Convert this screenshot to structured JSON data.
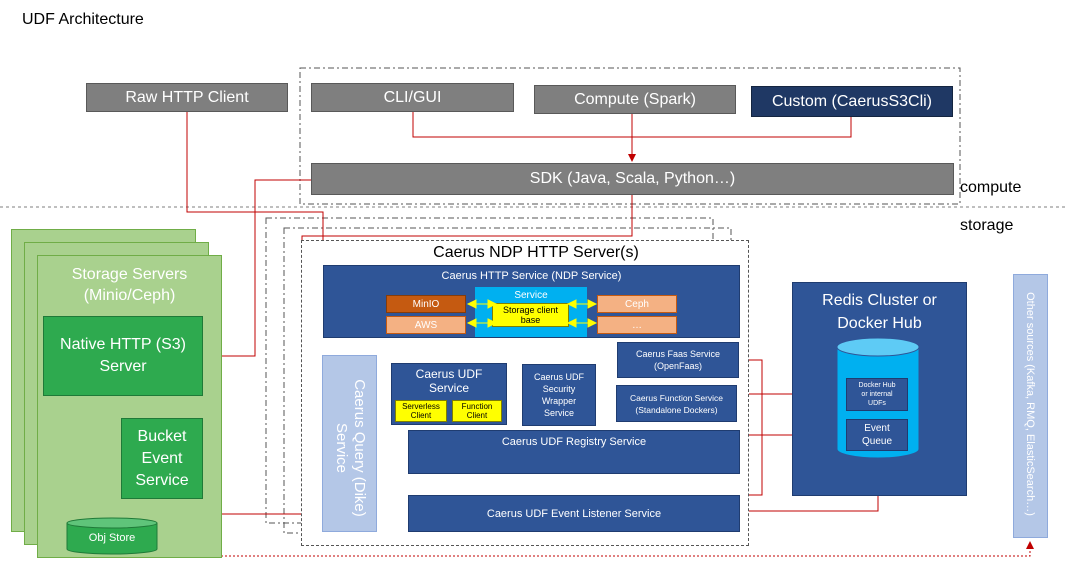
{
  "title": "UDF Architecture",
  "clients": {
    "raw_http": "Raw HTTP Client",
    "cli_gui": "CLI/GUI",
    "compute_spark": "Compute (Spark)",
    "custom": "Custom (CaerusS3Cli)",
    "sdk": "SDK (Java, Scala, Python…)"
  },
  "zones": {
    "compute": "compute",
    "storage": "storage"
  },
  "storage_servers": {
    "title_line1": "Storage Servers",
    "title_line2": "(Minio/Ceph)",
    "native_line1": "Native HTTP (S3)",
    "native_line2": "Server",
    "bucket_line1": "Bucket",
    "bucket_line2": "Event",
    "bucket_line3": "Service",
    "obj_store": "Obj Store"
  },
  "ndp": {
    "title": "Caerus NDP HTTP Server(s)",
    "http_service": "Caerus HTTP  Service (NDP Service)",
    "minio": "MinIO",
    "aws": "AWS",
    "service": "Service",
    "storage_client_line1": "Storage client",
    "storage_client_line2": "base",
    "ceph": "Ceph",
    "ellipsis": "…",
    "query_service_line1": "Caerus Query (Dike)",
    "query_service_line2": "Service",
    "udf_service_line1": "Caerus UDF",
    "udf_service_line2": "Service",
    "serverless_line1": "Serverless",
    "serverless_line2": "Client",
    "function_line1": "Function",
    "function_line2": "Client",
    "security_line1": "Caerus UDF",
    "security_line2": "Security",
    "security_line3": "Wrapper",
    "security_line4": "Service",
    "faas_line1": "Caerus Faas Service",
    "faas_line2": "(OpenFaas)",
    "function_service_line1": "Caerus Function Service",
    "function_service_line2": "(Standalone Dockers)",
    "registry": "Caerus UDF Registry Service",
    "event_listener": "Caerus UDF Event Listener  Service"
  },
  "redis": {
    "title_line1": "Redis Cluster or",
    "title_line2": "Docker Hub",
    "docker_line1": "Docker Hub",
    "docker_line2": "or internal",
    "docker_line3": "UDFs",
    "event_line1": "Event",
    "event_line2": "Queue"
  },
  "other_sources": "Other sources (Kafka, RMQ, ElasticSearch…)",
  "colors": {
    "client_gray": "#7f7f7f",
    "custom_navy": "#1f3864",
    "service_blue": "#2f5597",
    "storage_green": "#a9d18e",
    "server_green": "#2eaa4f",
    "arrow_red": "#c00000",
    "cylinder_blue": "#00b0f0"
  }
}
